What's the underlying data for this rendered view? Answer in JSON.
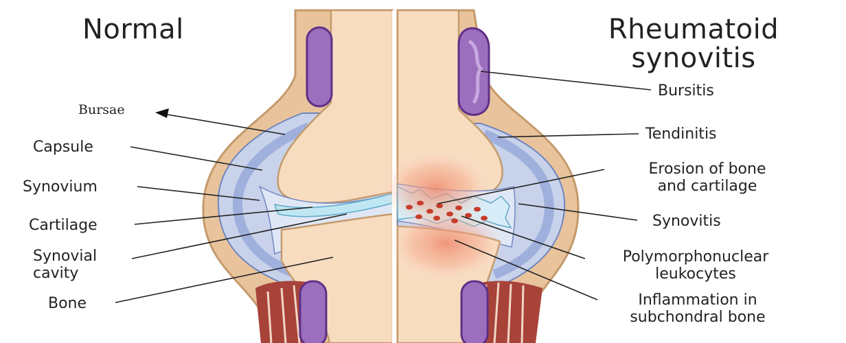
{
  "titles": {
    "left": "Normal",
    "right": "Rheumatoid\nsynovitis"
  },
  "left_labels": {
    "bursae": "Bursae",
    "capsule": "Capsule",
    "synovium": "Synovium",
    "cartilage": "Cartilage",
    "synovial_cavity": "Synovial\ncavity",
    "bone": "Bone"
  },
  "right_labels": {
    "bursitis": "Bursitis",
    "tendinitis": "Tendinitis",
    "erosion": "Erosion of bone\nand cartilage",
    "synovitis": "Synovitis",
    "leukocytes": "Polymorphonuclear\nleukocytes",
    "inflammation": "Inflammation in\nsubchondral bone"
  },
  "colors": {
    "skin": "#e8c39c",
    "skin_outline": "#c49a6c",
    "bone": "#f8dcc0",
    "capsule": "#c8d2ea",
    "capsule_outline": "#6f86bf",
    "synovium": "#9fb0dd",
    "bursa": "#9b6fbd",
    "bursa_outline": "#5f2f86",
    "cavity": "#dfe7f6",
    "cartilage": "#bfe6f3",
    "muscle": "#a8433a",
    "inflammation": "#ee8a6e",
    "leukocyte": "#c63d2a",
    "leader_line": "#222222"
  }
}
